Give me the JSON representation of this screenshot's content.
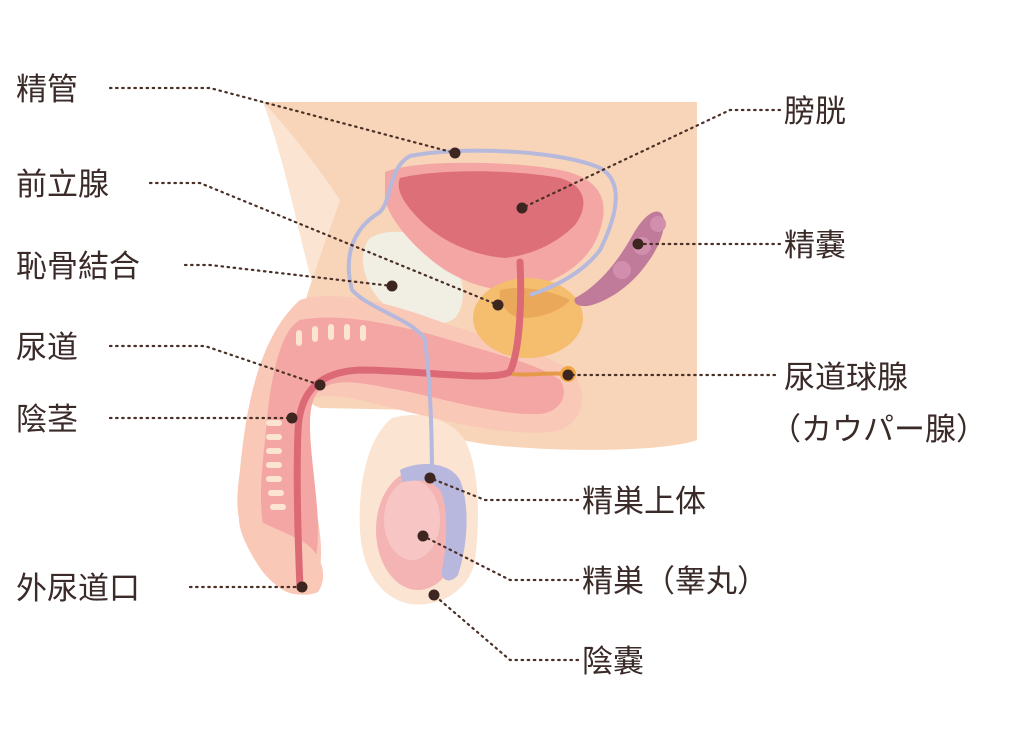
{
  "labels": {
    "vas_deferens": "精管",
    "prostate": "前立腺",
    "pubic_symphysis": "恥骨結合",
    "urethra": "尿道",
    "penis": "陰茎",
    "external_urethral_orifice": "外尿道口",
    "bladder": "膀胱",
    "seminal_vesicle": "精嚢",
    "bulbourethral_gland_line1": "尿道球腺",
    "bulbourethral_gland_line2": "（カウパー腺）",
    "epididymis": "精巣上体",
    "testis": "精巣（睾丸）",
    "scrotum": "陰嚢"
  },
  "colors": {
    "skin": "#f8d4b8",
    "skin_light": "#fbe4d2",
    "bladder_outer": "#f4a6a4",
    "bladder_inner": "#dd6f78",
    "prostate": "#f5bd6e",
    "vas_deferens": "#b6b9dc",
    "seminal_vesicle": "#c07b9b",
    "urethra": "#dc6a76",
    "bone": "#f1efe3",
    "testis": "#f4b4b4",
    "epididymis": "#b8b7dd",
    "leader": "#4a3027",
    "text": "#3a2a28"
  }
}
